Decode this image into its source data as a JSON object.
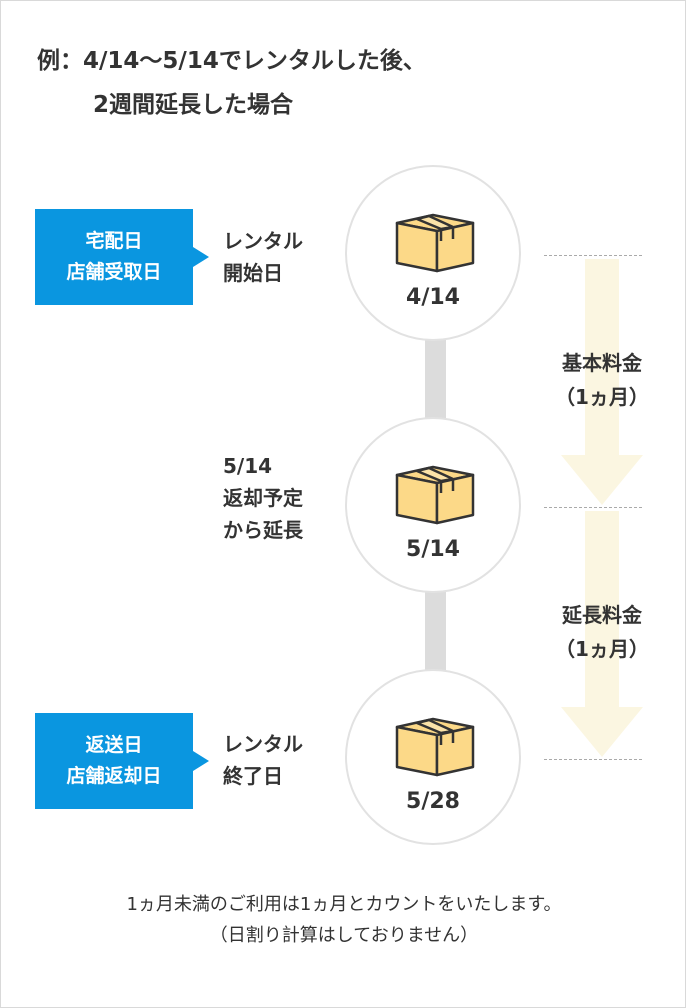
{
  "heading": {
    "line1": "例：4/14〜5/14でレンタルした後、",
    "line2": "2週間延長した場合"
  },
  "steps": [
    {
      "date": "4/14",
      "tag_line1": "宅配日",
      "tag_line2": "店舗受取日",
      "label_lines": [
        "レンタル",
        "開始日"
      ]
    },
    {
      "date": "5/14",
      "label_lines": [
        "5/14",
        "返却予定",
        "から延長"
      ]
    },
    {
      "date": "5/28",
      "tag_line1": "返送日",
      "tag_line2": "店舗返却日",
      "label_lines": [
        "レンタル",
        "終了日"
      ]
    }
  ],
  "fees": [
    {
      "line1": "基本料金",
      "line2": "（1ヵ月）"
    },
    {
      "line1": "延長料金",
      "line2": "（1ヵ月）"
    }
  ],
  "note": {
    "line1": "1ヵ月未満のご利用は1ヵ月とカウントをいたします。",
    "line2": "（日割り計算はしておりません）"
  },
  "colors": {
    "tag_bg": "#0a96e0",
    "box_fill": "#fcd988",
    "arrow_fill": "#fbf6e1",
    "connector": "#dcdcdc"
  },
  "icons": {
    "step": "cardboard-box-icon",
    "fee_period": "down-arrow-icon"
  }
}
